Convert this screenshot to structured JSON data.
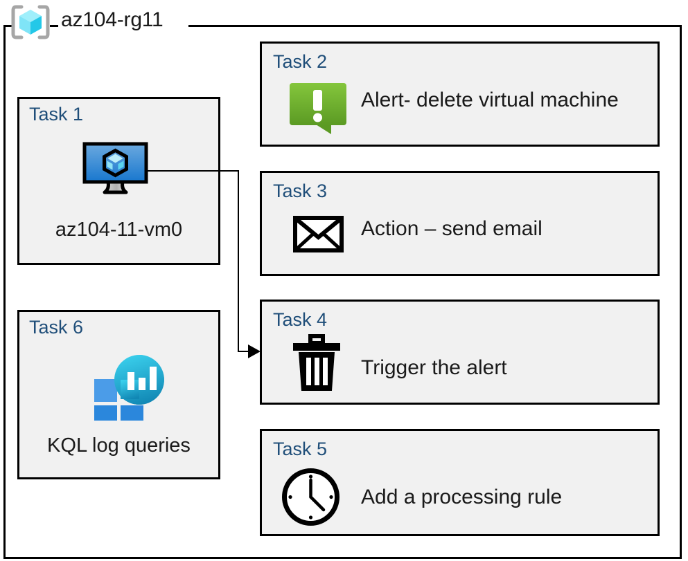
{
  "resource_group": {
    "title": "az104-rg11",
    "icon": "resource-group-cube-icon"
  },
  "colors": {
    "task_label": "#1F4E79",
    "box_fill": "#F1F1F1",
    "border": "#000000",
    "alert_green_light": "#7DC242",
    "alert_green_dark": "#5E9E28",
    "vm_blue_light": "#5B9BD5",
    "vm_blue_dark": "#1877CE",
    "cube_cyan": "#66E0F5",
    "log_square_light": "#4B9CE8",
    "log_square_dark": "#2B87DC",
    "log_bubble_cyan": "#32C8E8",
    "log_bubble_teal": "#1590B8"
  },
  "tasks": [
    {
      "id": "task1",
      "label": "Task 1",
      "icon": "virtual-machine-monitor-icon",
      "caption": "az104-11-vm0",
      "text": ""
    },
    {
      "id": "task2",
      "label": "Task 2",
      "icon": "alert-exclamation-bubble-icon",
      "text": "Alert- delete virtual machine",
      "caption": ""
    },
    {
      "id": "task3",
      "label": "Task 3",
      "icon": "envelope-icon",
      "text": "Action – send email",
      "caption": ""
    },
    {
      "id": "task4",
      "label": "Task 4",
      "icon": "trash-can-icon",
      "text": "Trigger the alert",
      "caption": ""
    },
    {
      "id": "task5",
      "label": "Task 5",
      "icon": "clock-icon",
      "text": "Add a processing rule",
      "caption": ""
    },
    {
      "id": "task6",
      "label": "Task 6",
      "icon": "log-analytics-icon",
      "caption": "KQL log queries",
      "text": ""
    }
  ],
  "connector": {
    "from": "task1-vm-icon",
    "to": "task4",
    "arrow": "arrowhead-right"
  }
}
